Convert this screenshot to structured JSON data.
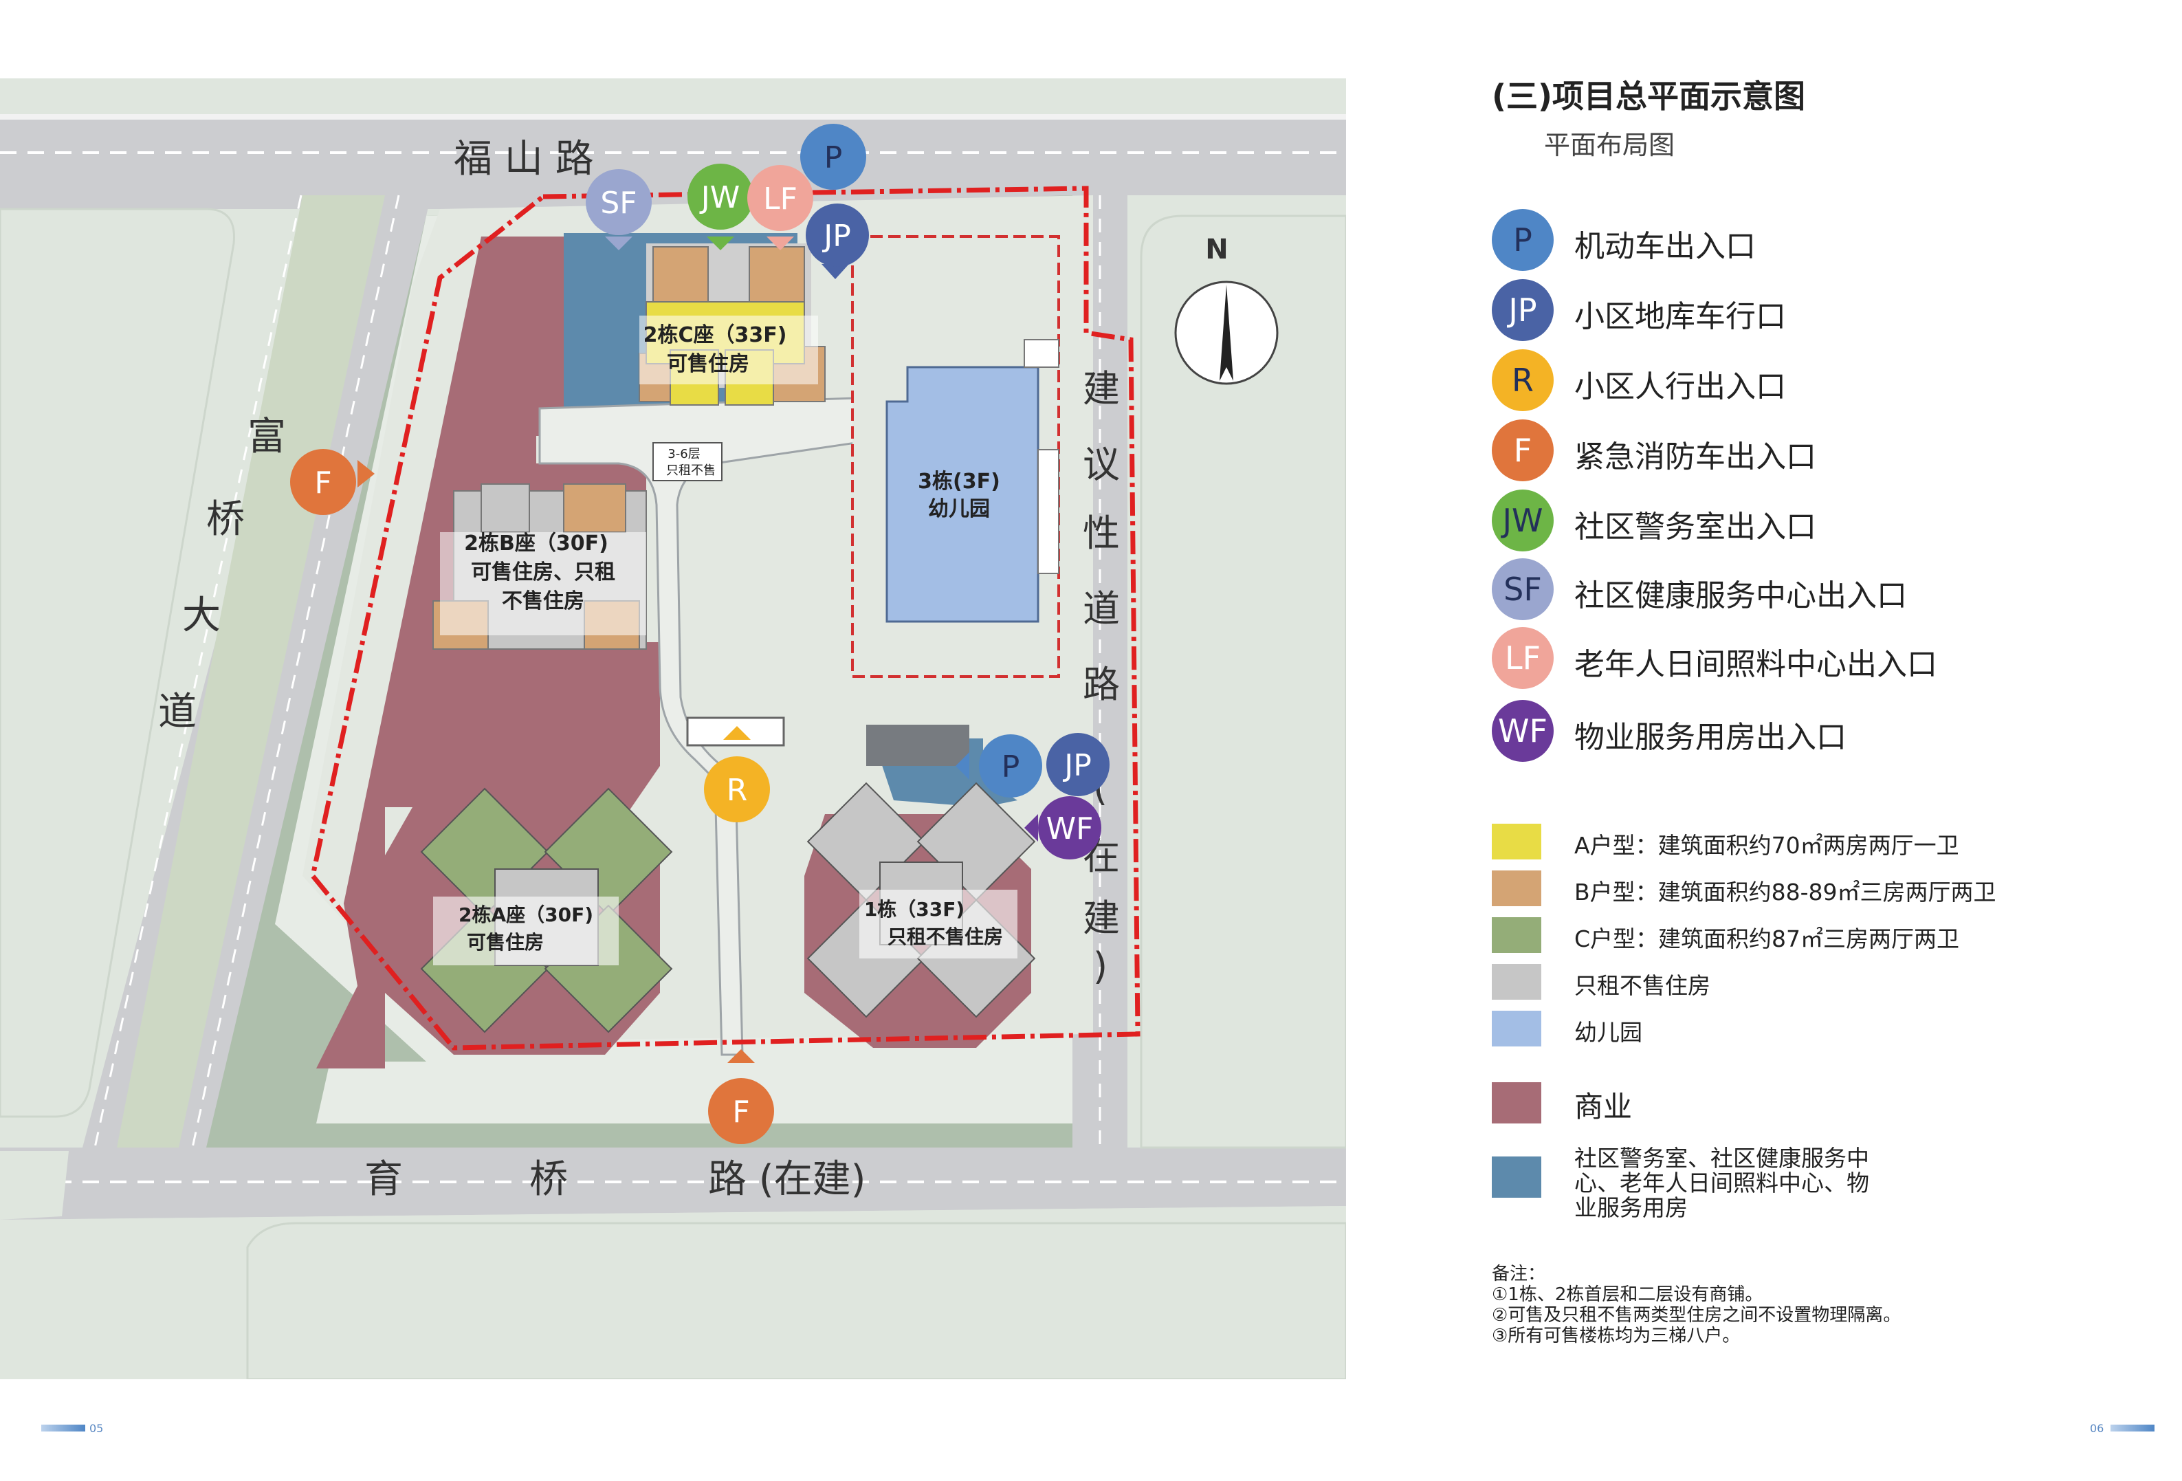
{
  "section_title": "(三)项目总平面示意图",
  "section_subtitle": "平面布局图",
  "map": {
    "roads": {
      "north": "福  山  路",
      "west": [
        "富",
        "桥",
        "大",
        "道"
      ],
      "south_a": "育",
      "south_b": "桥",
      "south_c": "路 (在建)",
      "east": [
        "建",
        "议",
        "性",
        "道",
        "路",
        "(",
        "在",
        "建",
        ")"
      ]
    },
    "compass": "N",
    "buildings": {
      "b2c": [
        "2栋C座（33F)",
        "可售住房"
      ],
      "b2b": [
        "2栋B座（30F)",
        "可售住房、只租",
        "不售住房"
      ],
      "b2a": [
        "2栋A座（30F)",
        "可售住房"
      ],
      "b1": [
        "1栋（33F)",
        "只租不售住房"
      ],
      "b3": [
        "3栋(3F)",
        "幼儿园"
      ],
      "note36": [
        "3-6层",
        "只租不售"
      ]
    },
    "markers": {
      "p_top": "P",
      "sf": "SF",
      "jw": "JW",
      "lf": "LF",
      "jp_top": "JP",
      "f_west": "F",
      "r": "R",
      "p_east": "P",
      "jp_east": "JP",
      "wf": "WF",
      "f_south": "F"
    }
  },
  "legend": {
    "entrances": [
      {
        "code": "P",
        "label": "机动车出入口",
        "color": "#4f86c6"
      },
      {
        "code": "JP",
        "label": "小区地库车行口",
        "color": "#4a63a5"
      },
      {
        "code": "R",
        "label": "小区人行出入口",
        "color": "#f4b325"
      },
      {
        "code": "F",
        "label": "紧急消防车出入口",
        "color": "#e0753c"
      },
      {
        "code": "JW",
        "label": "社区警务室出入口",
        "color": "#6db546"
      },
      {
        "code": "SF",
        "label": "社区健康服务中心出入口",
        "color": "#9aa6cf"
      },
      {
        "code": "LF",
        "label": "老年人日间照料中心出入口",
        "color": "#f0a59a"
      },
      {
        "code": "WF",
        "label": "物业服务用房出入口",
        "color": "#6a3a9a"
      }
    ],
    "unit_types": [
      {
        "label": "A户型：建筑面积约70㎡两房两厅一卫",
        "color": "#e8dc45"
      },
      {
        "label": "B户型：建筑面积约88-89㎡三房两厅两卫",
        "color": "#d4a474"
      },
      {
        "label": "C户型：建筑面积约87㎡三房两厅两卫",
        "color": "#94ad78"
      },
      {
        "label": "只租不售住房",
        "color": "#c6c6c6"
      },
      {
        "label": "幼儿园",
        "color": "#a3bee5"
      }
    ],
    "uses": [
      {
        "lines": [
          "商业"
        ],
        "color": "#a76c76"
      },
      {
        "lines": [
          "社区警务室、社区健康服务中",
          "心、老年人日间照料中心、物",
          "业服务用房"
        ],
        "color": "#5d8aac"
      }
    ]
  },
  "notes": {
    "heading": "备注：",
    "items": [
      "①1栋、2栋首层和二层设有商铺。",
      "②可售及只租不售两类型住房之间不设置物理隔离。",
      "③所有可售楼栋均为三梯八户。"
    ]
  },
  "page_numbers": {
    "left": "05",
    "right": "06"
  }
}
